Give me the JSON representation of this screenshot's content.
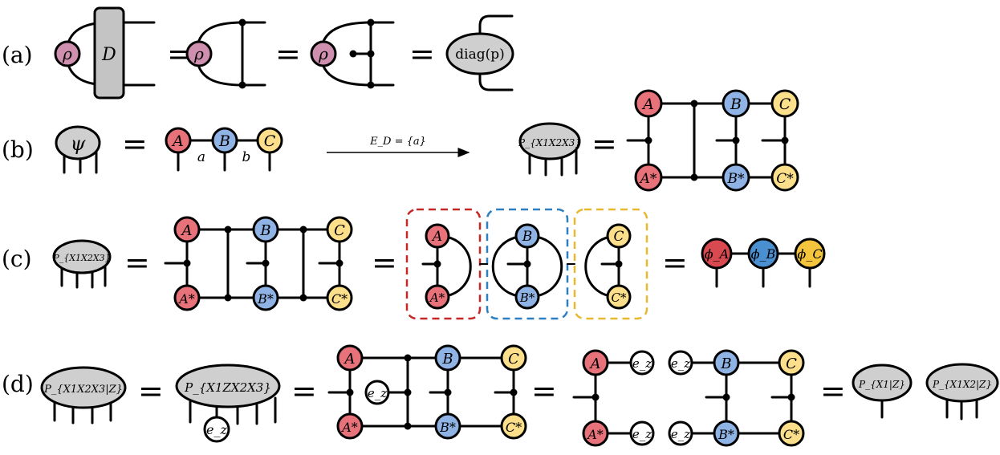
{
  "rows": {
    "a": "(a)",
    "b": "(b)",
    "c": "(c)",
    "d": "(d)"
  },
  "symbols": {
    "eq": "=",
    "rho": "ρ",
    "D": "D",
    "diag": "diag(p)",
    "psi": "ψ",
    "A": "A",
    "B": "B",
    "C": "C",
    "Astar": "A*",
    "Bstar": "B*",
    "Cstar": "C*",
    "bond_a": "a",
    "bond_b": "b",
    "arrow_label": "E_D = {a}",
    "P_x1x2x3": "P_{X1X2X3}",
    "P_x1x2x3_given_z": "P_{X1X2X3|Z}",
    "P_x1zx2x3": "P_{X1ZX2X3}",
    "e_z": "e_z",
    "phiA": "ϕ_A",
    "phiB": "ϕ_B",
    "phiC": "ϕ_C",
    "P_x1_given_z": "P_{X1|Z}",
    "P_x1x2_given_z": "P_{X1X2|Z}"
  },
  "colors": {
    "A": "#e8727a",
    "B": "#8fb3e4",
    "C": "#fcdf8a",
    "rho": "#cf8fae",
    "gray": "#cfcfcf",
    "phiA": "#d84a4f",
    "phiB": "#4a8fd0",
    "phiC": "#f4c43c",
    "red_box": "#c62828",
    "blue_box": "#2c7fc0",
    "yellow_box": "#e8b830"
  }
}
